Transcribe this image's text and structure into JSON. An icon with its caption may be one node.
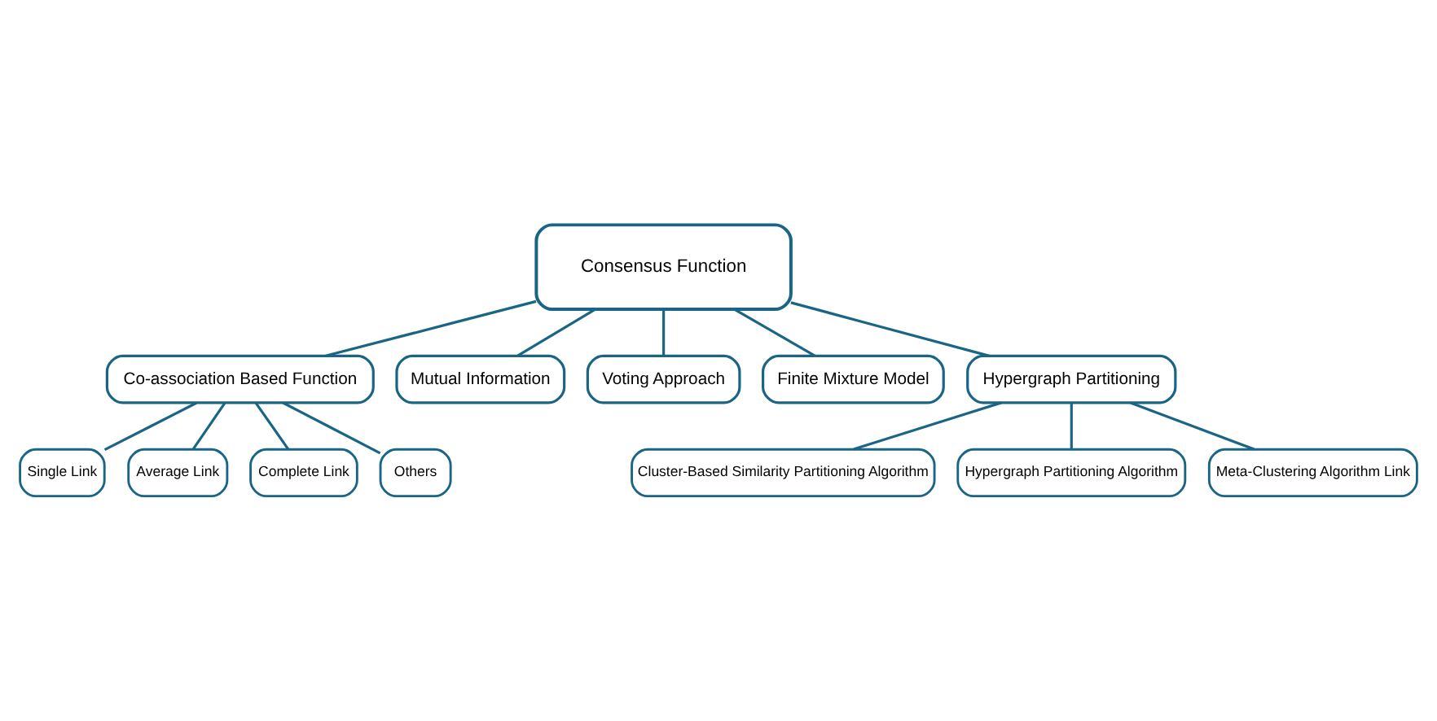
{
  "diagram": {
    "nodes": [
      {
        "text": [
          "Consensus Function"
        ]
      },
      {
        "text": [
          "Co-association Based Function"
        ]
      },
      {
        "text": [
          "Mutual Information"
        ]
      },
      {
        "text": [
          "Voting Approach"
        ]
      },
      {
        "text": [
          "Finite Mixture Model"
        ]
      },
      {
        "text": [
          "Hypergraph Partitioning"
        ]
      },
      {
        "text": [
          "Single Link"
        ]
      },
      {
        "text": [
          "Average Link"
        ]
      },
      {
        "text": [
          "Complete Link"
        ]
      },
      {
        "text": [
          "Others"
        ]
      },
      {
        "text": [
          "Cluster-Based Similarity Partitioning Algorithm"
        ]
      },
      {
        "text": [
          "Hypergraph Partitioning Algorithm"
        ]
      },
      {
        "text": [
          "Meta-Clustering Algorithm Link"
        ]
      }
    ],
    "edges": [
      {
        "from": 0,
        "to": 1,
        "arrow": "none"
      },
      {
        "from": 0,
        "to": 2,
        "arrow": "none"
      },
      {
        "from": 0,
        "to": 3,
        "arrow": "none"
      },
      {
        "from": 0,
        "to": 4,
        "arrow": "none"
      },
      {
        "from": 0,
        "to": 5,
        "arrow": "none"
      },
      {
        "from": 1,
        "to": 6,
        "arrow": "none"
      },
      {
        "from": 1,
        "to": 7,
        "arrow": "none"
      },
      {
        "from": 1,
        "to": 8,
        "arrow": "none"
      },
      {
        "from": 1,
        "to": 9,
        "arrow": "none"
      },
      {
        "from": 5,
        "to": 10,
        "arrow": "none"
      },
      {
        "from": 5,
        "to": 11,
        "arrow": "none"
      },
      {
        "from": 5,
        "to": 12,
        "arrow": "none"
      }
    ]
  }
}
